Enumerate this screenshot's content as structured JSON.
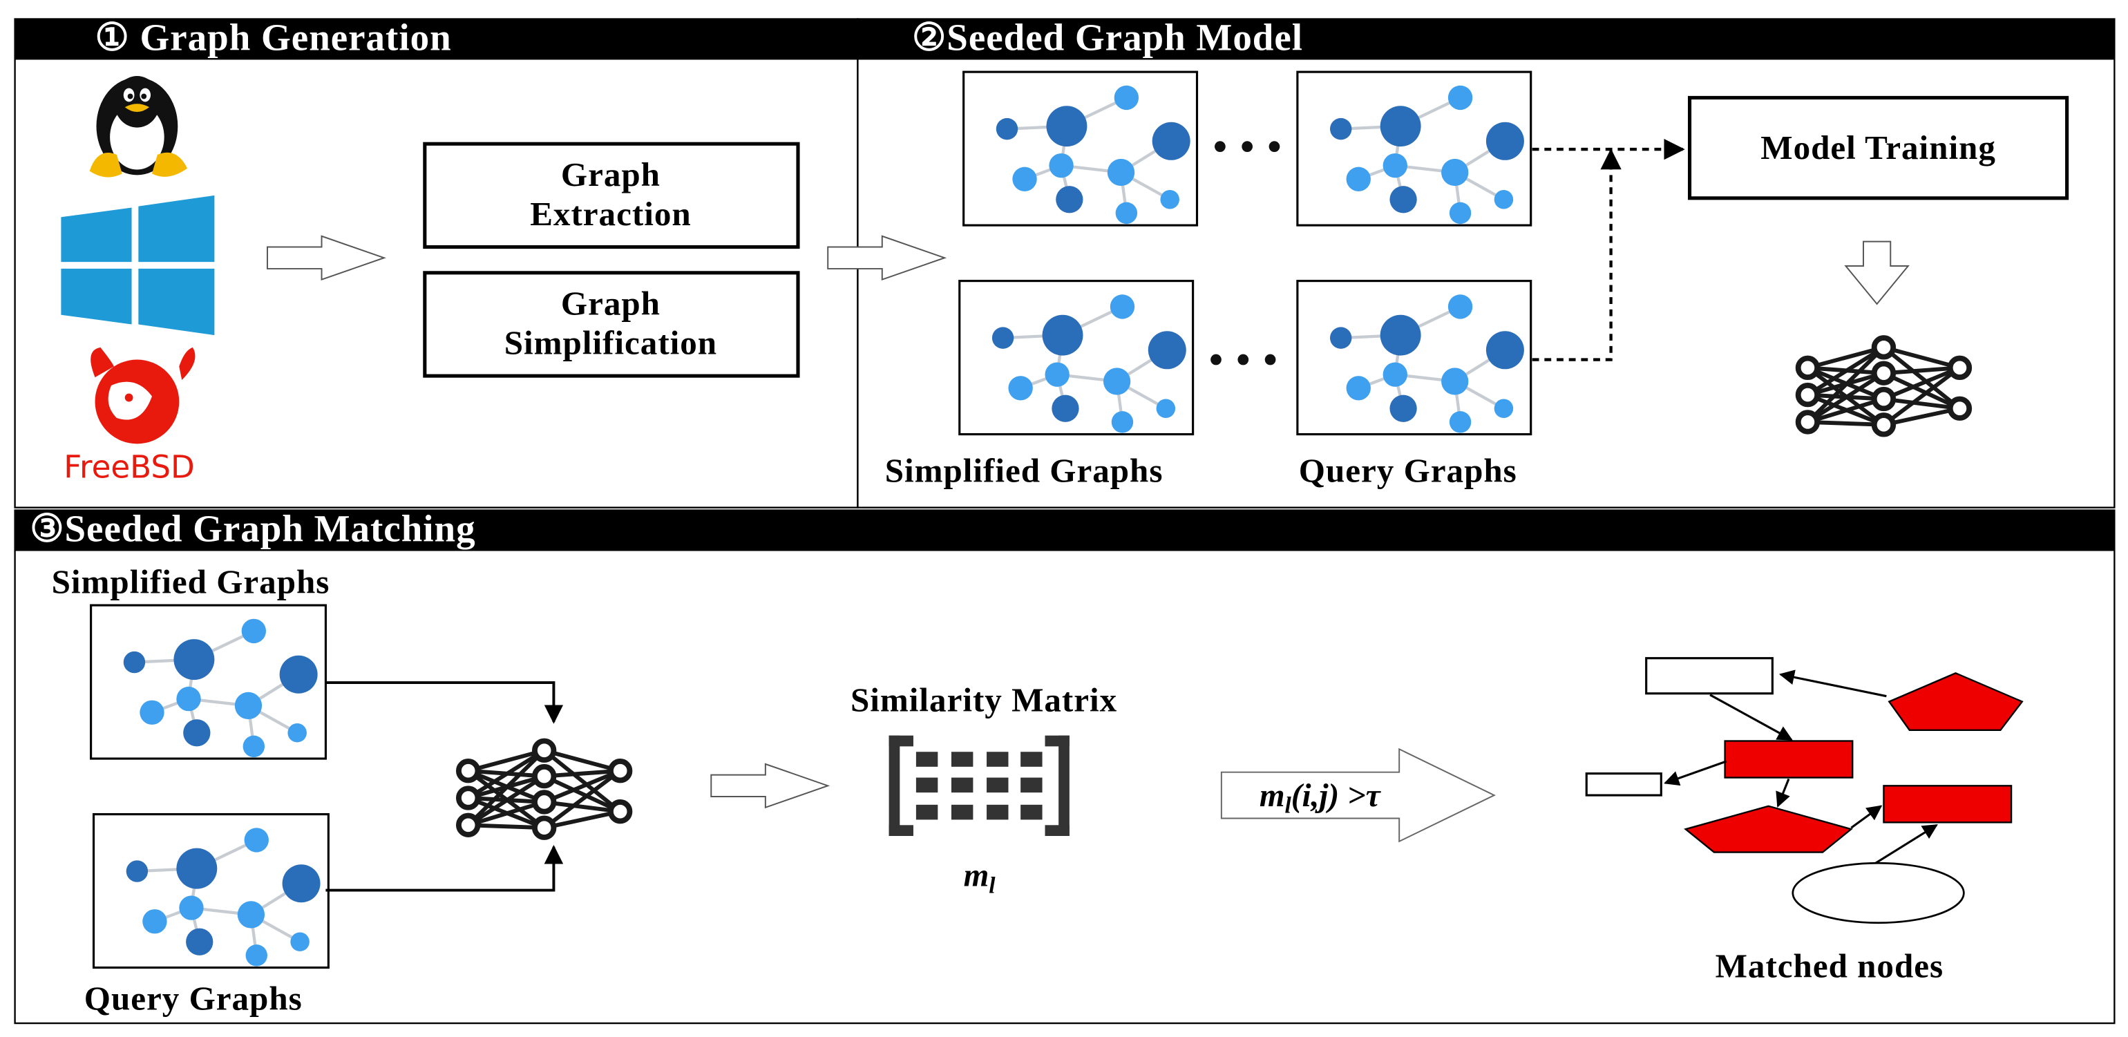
{
  "colors": {
    "band": "#000000",
    "node_dark": "#2a6db8",
    "node_mid": "#2f7fd6",
    "node_light": "#3ea0ee",
    "edge": "#c7ccd3",
    "matched": "#ef0000",
    "freebsd": "#e8190d",
    "windows": "#1e9ad6"
  },
  "section1": {
    "title": "① Graph Generation",
    "os_icons": [
      "linux-tux-icon",
      "windows-logo-icon",
      "freebsd-logo-icon"
    ],
    "freebsd_label": "FreeBSD",
    "box_extraction": [
      "Graph",
      "Extraction"
    ],
    "box_simplification": [
      "Graph",
      "Simplification"
    ]
  },
  "section2": {
    "title": "②Seeded Graph Model",
    "model_training": "Model Training",
    "simplified_caption": "Simplified Graphs",
    "query_caption": "Query Graphs",
    "nn_icon": "neural-network-icon"
  },
  "section3": {
    "title": "③Seeded Graph Matching",
    "simplified_caption": "Simplified Graphs",
    "query_caption": "Query Graphs",
    "similarity_title": "Similarity Matrix",
    "matrix_symbol": "m",
    "matrix_subscript": "l",
    "condition_prefix": "m",
    "condition_subscript": "l",
    "condition_suffix": "(i,j) >τ",
    "matched_caption": "Matched nodes",
    "nn_icon": "neural-network-icon"
  }
}
